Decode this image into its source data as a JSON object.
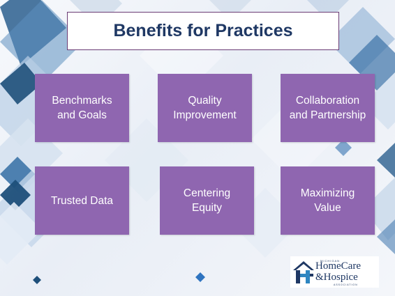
{
  "slide": {
    "title": "Benefits for Practices",
    "tiles": [
      {
        "label": "Benchmarks\nand Goals"
      },
      {
        "label": "Quality\nImprovement"
      },
      {
        "label": "Collaboration\nand Partnership"
      },
      {
        "label": "Trusted Data"
      },
      {
        "label": "Centering\nEquity"
      },
      {
        "label": "Maximizing\nValue"
      }
    ]
  },
  "logo": {
    "state": "MICHIGAN",
    "line1": "HomeCare",
    "line2": "&Hospice",
    "association": "ASSOCIATION"
  },
  "colors": {
    "tile": "#8f66b0",
    "title_text": "#1f3864",
    "title_border": "#6a3b74",
    "decor_dark": "#1e4f7a",
    "decor_mid": "#4b86b8",
    "decor_light": "#b9cfe6"
  }
}
